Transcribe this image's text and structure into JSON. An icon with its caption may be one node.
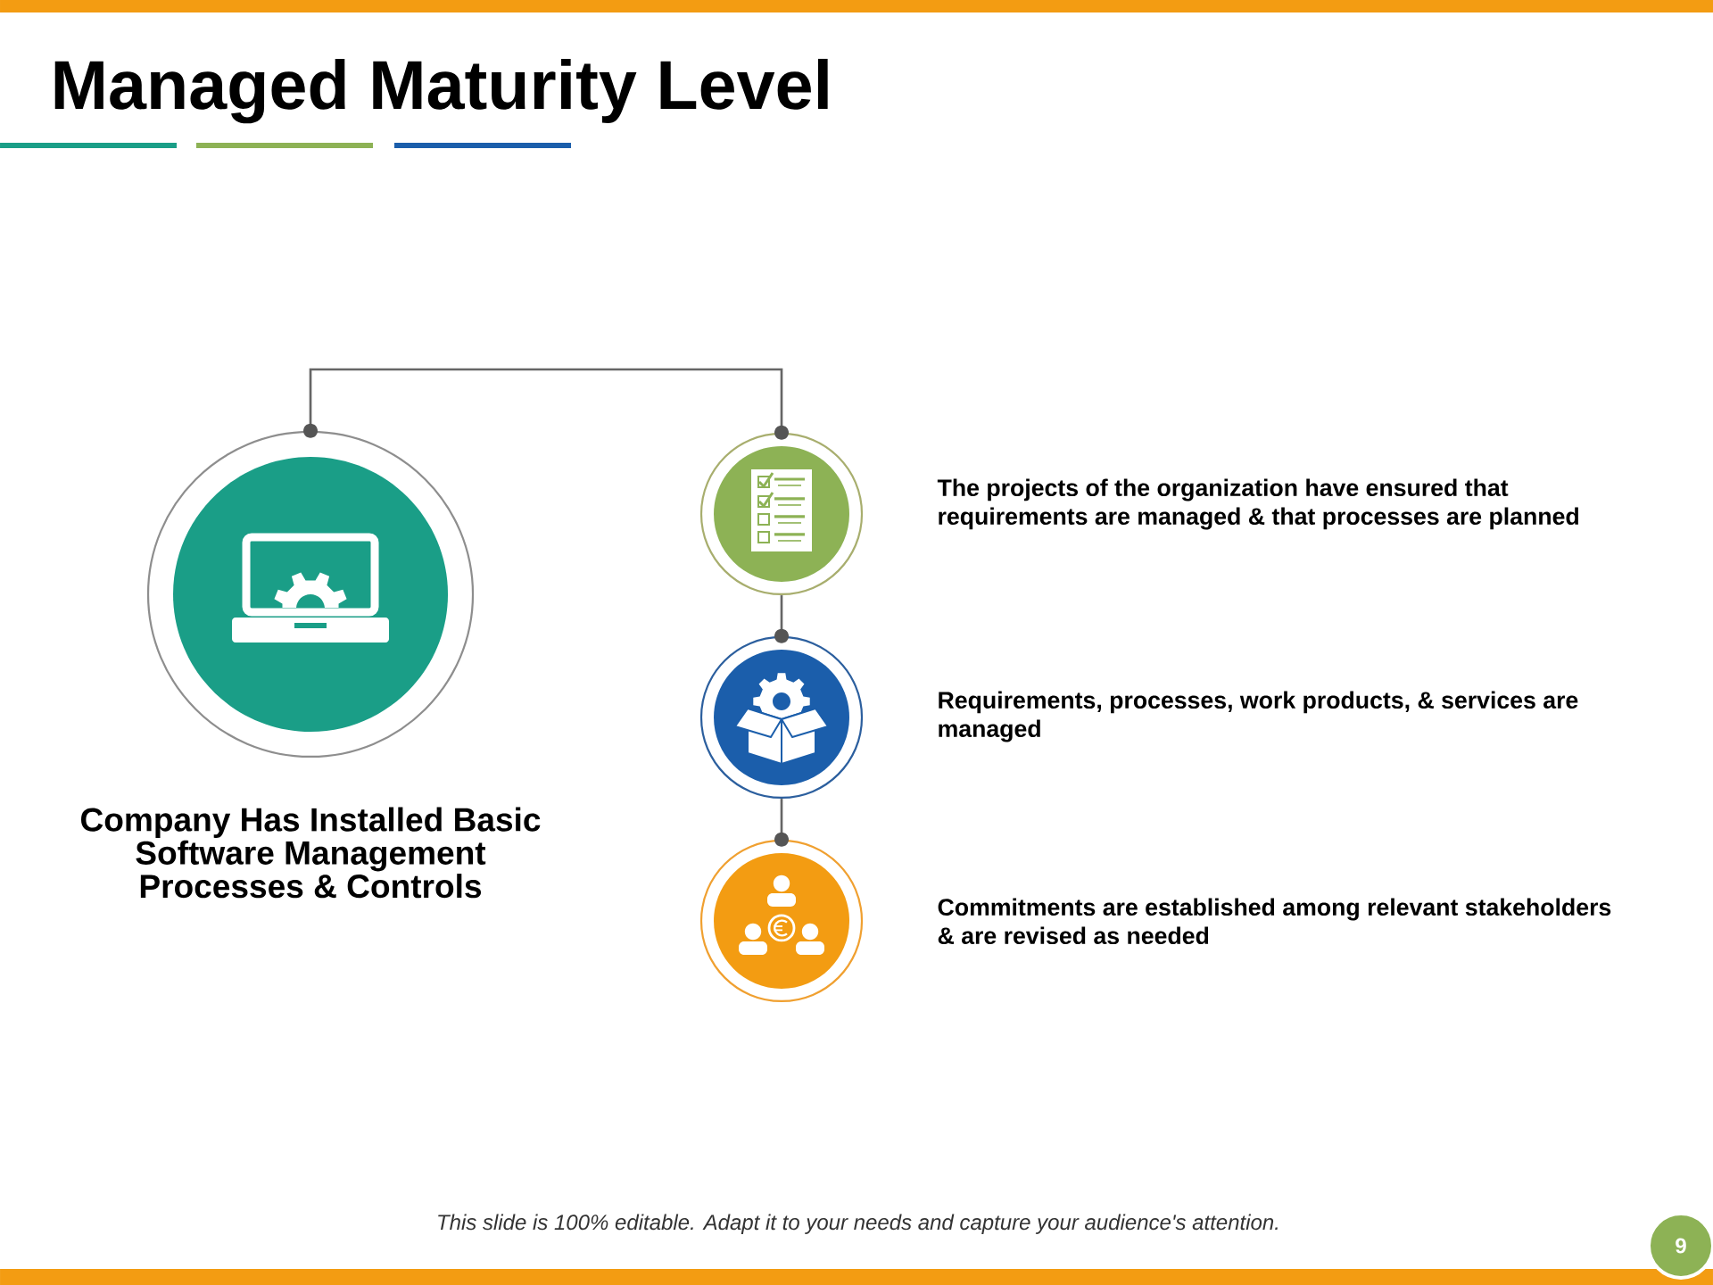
{
  "diagram": {
    "title": "Managed Maturity Level",
    "nodes": [
      {
        "text": [],
        "shape": "circle",
        "beside": [
          "Company Has Installed Basic Software Management Processes & Controls"
        ]
      },
      {
        "text": [],
        "shape": "circle",
        "beside": [
          "The projects of the organization have ensured that requirements are managed & that processes are planned"
        ]
      },
      {
        "text": [],
        "shape": "circle",
        "beside": [
          "Requirements, processes, work products, & services are managed"
        ]
      },
      {
        "text": [],
        "shape": "circle",
        "beside": [
          "Commitments are established among relevant stakeholders & are revised as needed"
        ]
      }
    ],
    "edges": [
      {
        "from": 0,
        "to": 1,
        "arrow": "other"
      },
      {
        "from": 1,
        "to": 2,
        "arrow": "other"
      },
      {
        "from": 2,
        "to": 3,
        "arrow": "other"
      }
    ],
    "labels": [
      "This slide is 100% editable. Adapt it to your needs and capture your audience's attention.",
      "9"
    ]
  }
}
